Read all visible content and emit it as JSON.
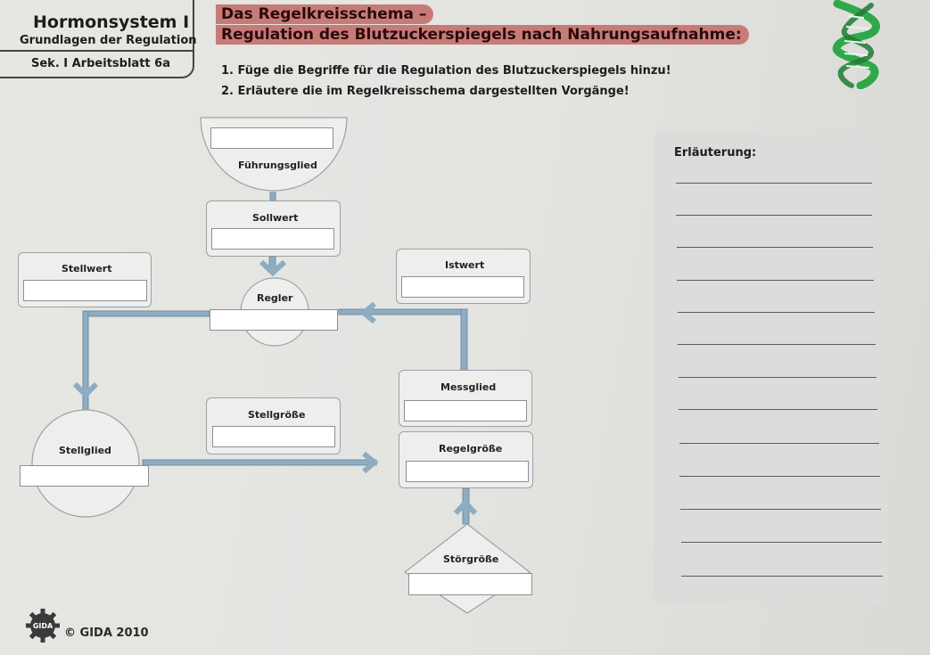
{
  "header": {
    "title": "Hormonsystem I",
    "subtitle": "Grundlagen der Regulation",
    "sheet": "Sek. I   Arbeitsblatt 6a"
  },
  "heading": {
    "line1": "Das Regelkreisschema –",
    "line2": "Regulation des Blutzuckerspiegels nach Nahrungsaufnahme:"
  },
  "tasks": [
    "1. Füge die Begriffe für die Regulation des Blutzuckerspiegels hinzu!",
    "2. Erläutere die im Regelkreisschema dargestellten Vorgänge!"
  ],
  "diagram": {
    "fuehrungsglied": "Führungsglied",
    "sollwert": "Sollwert",
    "stellwert": "Stellwert",
    "istwert": "Istwert",
    "regler": "Regler",
    "messglied": "Messglied",
    "stellgroesse": "Stellgröße",
    "stellglied": "Stellglied",
    "regelgroesse": "Regelgröße",
    "stoergroesse": "Störgröße"
  },
  "explanation": {
    "label": "Erläuterung:"
  },
  "footer": {
    "logo_text": "GIDA",
    "copyright": "© GIDA 2010"
  },
  "colors": {
    "arrow": "#8eacc2",
    "arrow_dark": "#6f8ea5",
    "title_band": "#c77b77"
  }
}
